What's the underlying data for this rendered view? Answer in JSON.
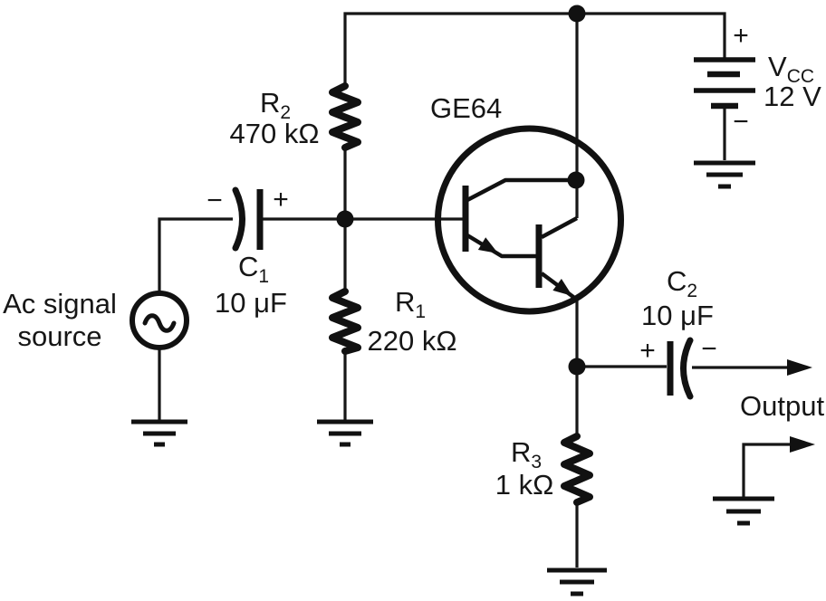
{
  "diagram": {
    "kind": "circuit-schematic",
    "ink_color": "#161616",
    "background_color": "#ffffff"
  },
  "labels": {
    "ac_source": {
      "line1": "Ac signal",
      "line2": "source"
    },
    "c1": {
      "ref": "C",
      "ref_sub": "1",
      "value": "10 μF",
      "neg": "−",
      "pos": "+"
    },
    "r1": {
      "ref": "R",
      "ref_sub": "1",
      "value": "220 kΩ"
    },
    "r2": {
      "ref": "R",
      "ref_sub": "2",
      "value": "470 kΩ"
    },
    "r3": {
      "ref": "R",
      "ref_sub": "3",
      "value": "1 kΩ"
    },
    "c2": {
      "ref": "C",
      "ref_sub": "2",
      "value": "10 μF",
      "pos": "+",
      "neg": "−"
    },
    "transistor": {
      "part_number": "GE64"
    },
    "vcc": {
      "ref": "V",
      "ref_sub": "CC",
      "value": "12 V",
      "pos": "+",
      "neg": "−"
    },
    "output": {
      "label": "Output"
    }
  }
}
